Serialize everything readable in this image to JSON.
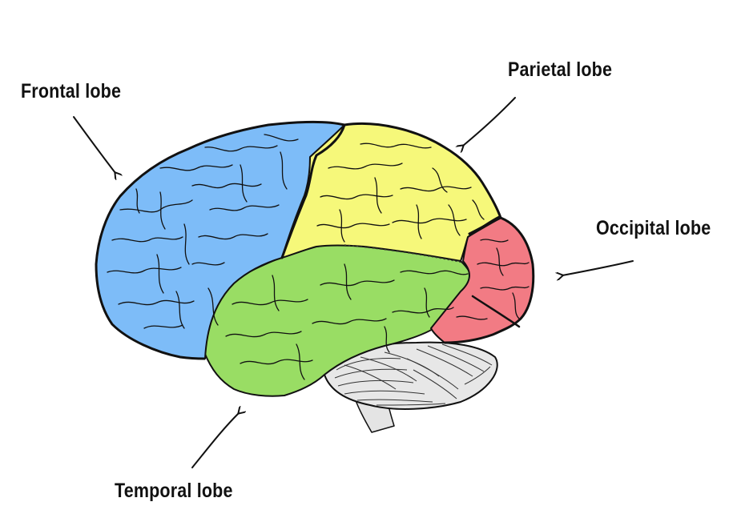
{
  "diagram": {
    "labels": {
      "frontal": "Frontal lobe",
      "parietal": "Parietal lobe",
      "occipital": "Occipital lobe",
      "temporal": "Temporal lobe"
    },
    "colors": {
      "frontal": "#7dbcf8",
      "parietal": "#f6f87a",
      "occipital": "#f27b84",
      "temporal": "#99dd64",
      "cerebellum": "#e7e7e7",
      "brainstem": "#e4e4e4",
      "outline": "#111111"
    }
  }
}
